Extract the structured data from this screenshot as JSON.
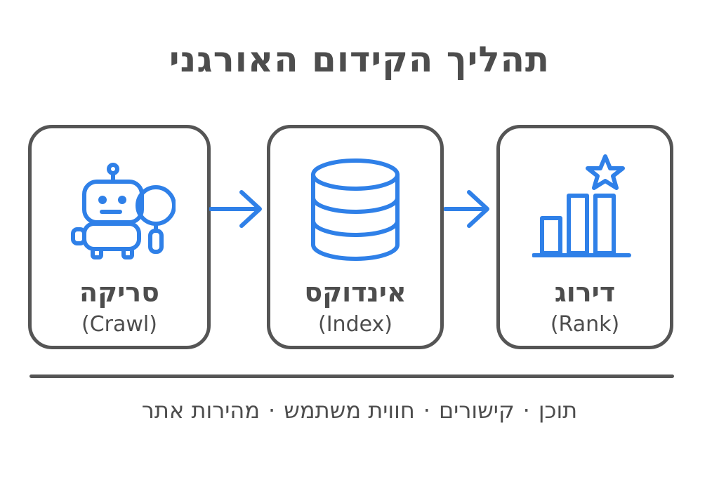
{
  "title": "תהליך הקידום האורגני",
  "colors": {
    "accent": "#2f80e8",
    "border": "#555555",
    "text": "#4d4d4d"
  },
  "steps": [
    {
      "label_he": "סריקה",
      "label_en": "(Crawl)",
      "icon": "robot-magnifier-icon"
    },
    {
      "label_he": "אינדוקס",
      "label_en": "(Index)",
      "icon": "database-icon"
    },
    {
      "label_he": "דירוג",
      "label_en": "(Rank)",
      "icon": "bar-chart-star-icon"
    }
  ],
  "footer": {
    "items": [
      "תוכן",
      "קישורים",
      "חווית משתמש",
      "מהירות אתר"
    ],
    "separator": "·"
  }
}
